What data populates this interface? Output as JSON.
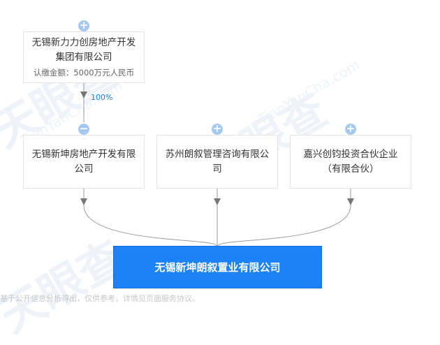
{
  "watermark": {
    "brand": "天眼查",
    "domain": "TianYanCha.com"
  },
  "parent": {
    "name": "无锡新力力创房地产开发集团有限公司",
    "capital": "认缴金额：5000万元人民币",
    "percent": "100%"
  },
  "shareholders": [
    {
      "name": "无锡新坤房地产开发有限公司",
      "toggle": "−"
    },
    {
      "name": "苏州朗叙管理咨询有限公司",
      "toggle": "+"
    },
    {
      "name": "嘉兴创钧投资合伙企业（有限合伙）",
      "toggle": "+"
    }
  ],
  "parent_toggle": "+",
  "target": {
    "name": "无锡新坤朗叙置业有限公司"
  },
  "footer": "基于公开信息分析得出，仅供参考，详情见页面服务协议。",
  "colors": {
    "accent": "#1c82f5",
    "toggle": "#a5c9f1",
    "line": "#9a9a9a"
  }
}
